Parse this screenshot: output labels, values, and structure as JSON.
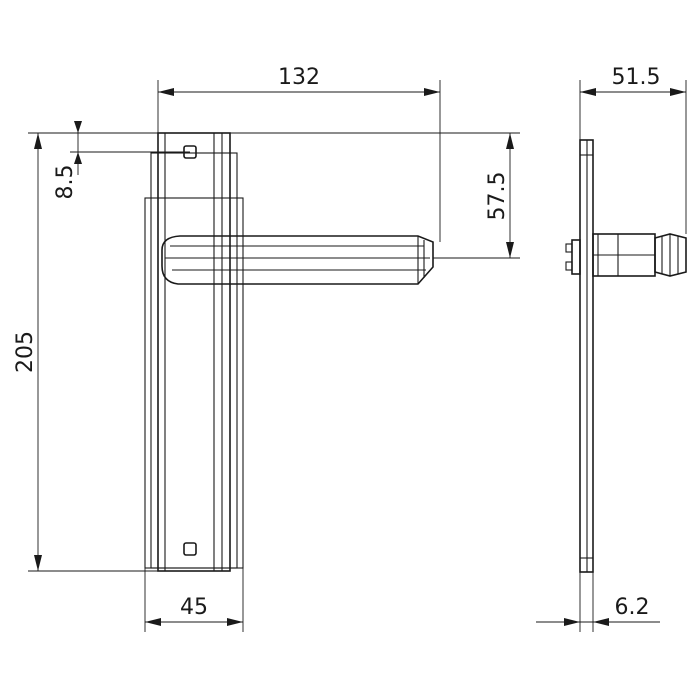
{
  "drawing": {
    "subject": "lever handle on backplate",
    "dimensions": {
      "overall_width": "132",
      "side_depth": "51.5",
      "screw_offset": "8.5",
      "lever_height": "57.5",
      "plate_height": "205",
      "plate_width": "45",
      "plate_thickness": "6.2"
    }
  }
}
